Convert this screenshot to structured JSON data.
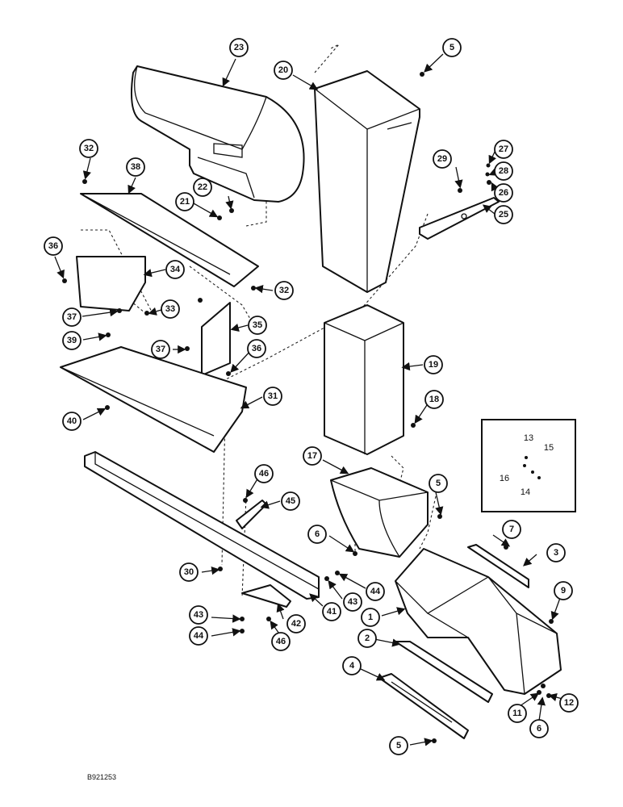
{
  "figure_code": "B921253",
  "callouts": [
    "1",
    "2",
    "3",
    "4",
    "5",
    "6",
    "7",
    "9",
    "11",
    "12",
    "13",
    "14",
    "15",
    "16",
    "17",
    "18",
    "19",
    "20",
    "21",
    "22",
    "23",
    "25",
    "26",
    "27",
    "28",
    "29",
    "30",
    "31",
    "32",
    "33",
    "34",
    "35",
    "36",
    "37",
    "38",
    "39",
    "40",
    "41",
    "42",
    "43",
    "44",
    "45",
    "46"
  ]
}
